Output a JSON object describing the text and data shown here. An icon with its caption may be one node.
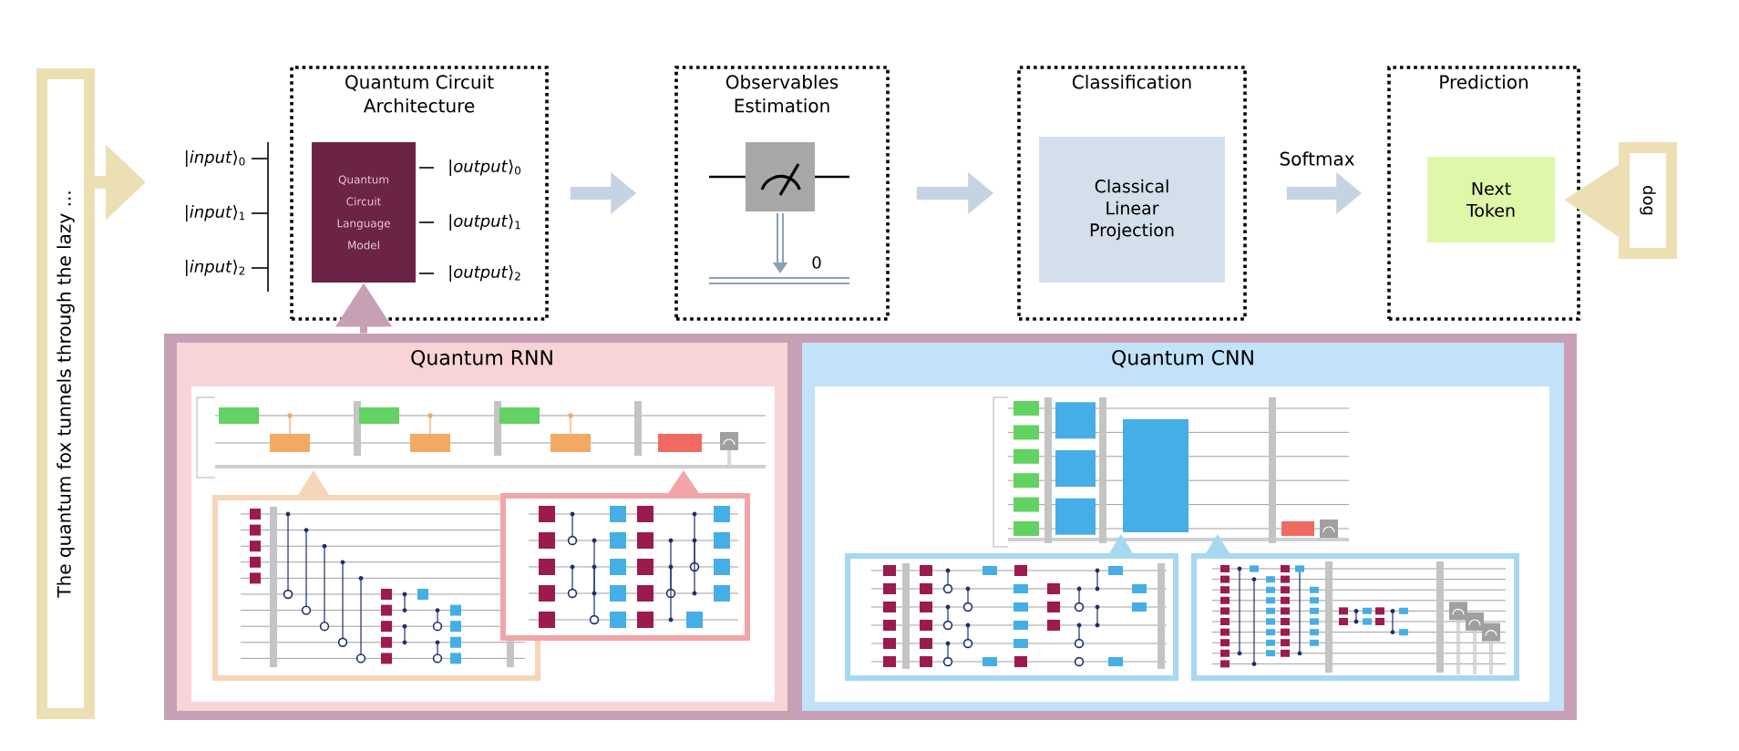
{
  "diagram": {
    "nodes": [
      {
        "text": [
          "The quantum fox tunnels through the lazy ..."
        ]
      },
      {
        "text": [
          "Quantum Circuit Architecture"
        ]
      },
      {
        "text": [
          "Quantum Circuit Language Model"
        ],
        "in": 1
      },
      {
        "text": [
          "Observables Estimation"
        ]
      },
      {
        "text": [
          "Classification"
        ]
      },
      {
        "text": [
          "Classical Linear Projection"
        ],
        "in": 4
      },
      {
        "text": [
          "Prediction"
        ]
      },
      {
        "text": [
          "Next Token"
        ],
        "in": 6
      },
      {
        "text": [
          "dog"
        ]
      },
      {
        "text": [],
        "shape": "box"
      },
      {
        "text": [
          "Quantum RNN"
        ],
        "in": 9
      },
      {
        "text": [
          "Quantum CNN"
        ],
        "in": 9
      }
    ],
    "edges": [
      {
        "from": 0,
        "to": null,
        "arrow": "to",
        "color": "#ecdfb4"
      },
      {
        "from": 1,
        "to": 3,
        "arrow": "to"
      },
      {
        "from": 3,
        "to": 4,
        "arrow": "to"
      },
      {
        "from": 4,
        "to": 6,
        "arrow": "to",
        "label": "Softmax"
      },
      {
        "from": 8,
        "to": 7,
        "arrow": "to",
        "color": "#ecdfb4"
      },
      {
        "from": 9,
        "to": 2,
        "arrow": "to",
        "color": "#c8a0b6"
      }
    ],
    "labels": [
      "|*input*⟩$_{0}$",
      "|*input*⟩$_{1}$",
      "|*input*⟩$_{2}$",
      "|*output*⟩$_{0}$",
      "|*output*⟩$_{1}$",
      "|*output*⟩$_{2}$",
      "0"
    ]
  }
}
